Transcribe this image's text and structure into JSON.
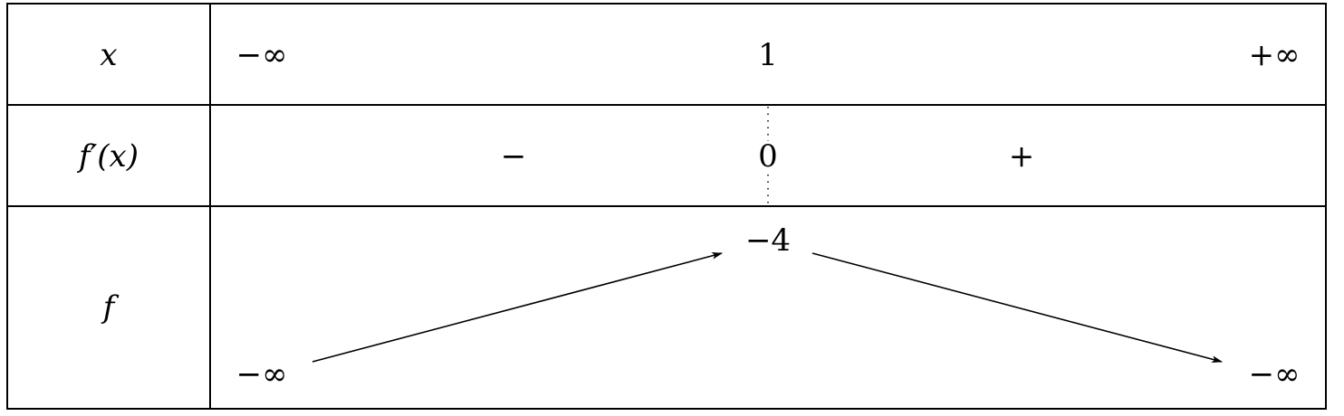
{
  "rows": {
    "x": {
      "label": "x"
    },
    "derivative": {
      "label": "f′(x)"
    },
    "function": {
      "label": "f"
    }
  },
  "x_values": [
    "−∞",
    "1",
    "+∞"
  ],
  "derivative_signs": [
    "−",
    "0",
    "+"
  ],
  "function_values": {
    "left": "−∞",
    "middle": "−4",
    "right": "−∞"
  },
  "variations": [
    {
      "from": "−∞",
      "to": "−4",
      "direction": "increasing"
    },
    {
      "from": "−4",
      "to": "−∞",
      "direction": "decreasing"
    }
  ]
}
